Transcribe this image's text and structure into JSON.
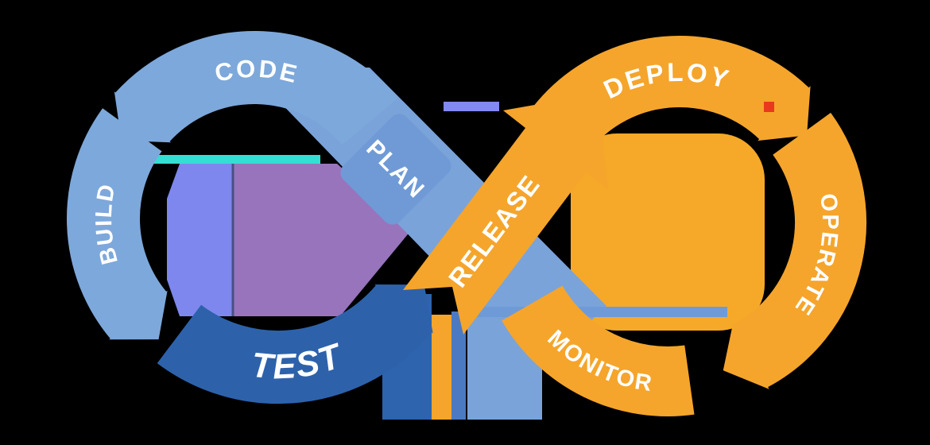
{
  "diagram": {
    "title": "devops-infinity-loop",
    "background": "#000000",
    "text_color": "#ffffff"
  },
  "stages": {
    "plan": {
      "label": "PLAN",
      "color": "#6f9ad6"
    },
    "code": {
      "label": "CODE",
      "color": "#7da8db"
    },
    "build": {
      "label": "BUILD",
      "color": "#7da8db"
    },
    "test": {
      "label": "TEST",
      "color": "#2d62ab"
    },
    "release": {
      "label": "RELEASE",
      "color": "#f5a52b"
    },
    "deploy": {
      "label": "DEPLOY",
      "color": "#f5a52b"
    },
    "operate": {
      "label": "OPERATE",
      "color": "#f5a52b"
    },
    "monitor": {
      "label": "MONITOR",
      "color": "#f5a52b"
    }
  },
  "accents": {
    "crossing_band": "#7aa3da",
    "interior_left_a": "#7e87ee",
    "interior_left_b": "#9874bc",
    "interior_left_seam": "#4a4f86",
    "interior_right": "#f6a928",
    "plan_wedge_edge": "#5f86bb",
    "strip_blue": "#6f9ad8",
    "strip_teal": "#35ded2",
    "strip_periwinkle": "#8289f0",
    "column_dark_blue": "#2e63ae",
    "column_steel": "#4b7ac2",
    "column_orange": "#f5a52b",
    "artifact_red": "#e8391f"
  }
}
